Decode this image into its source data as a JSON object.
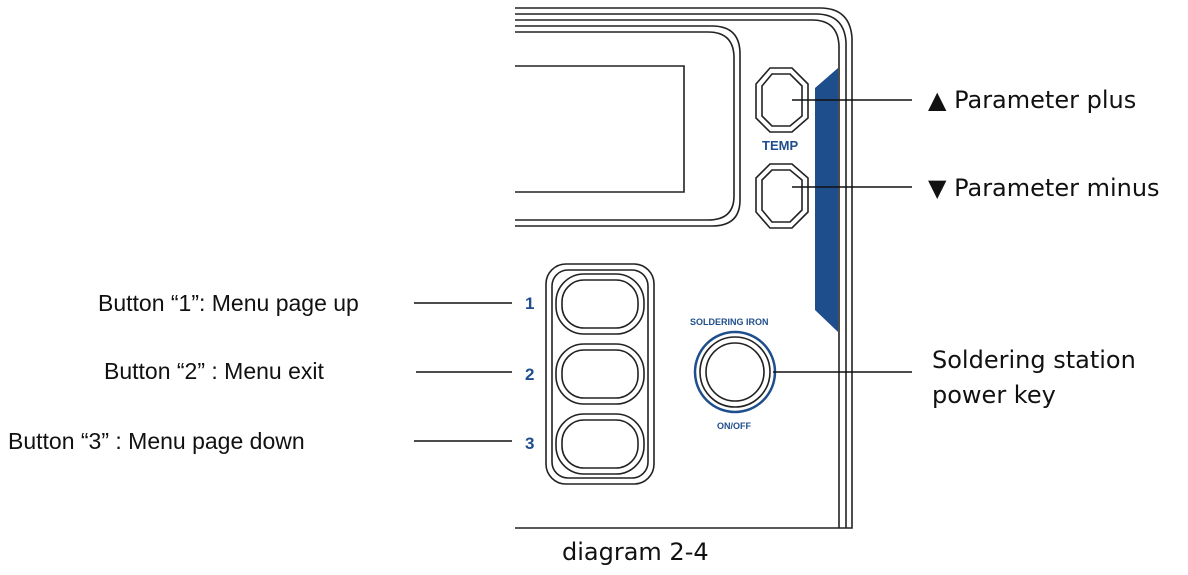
{
  "panel": {
    "temp_label": "TEMP",
    "soldering_iron_label": "SOLDERING IRON",
    "onoff_label": "ON/OFF",
    "button_numbers": [
      "1",
      "2",
      "3"
    ]
  },
  "callouts": {
    "param_plus": "▲ Parameter plus",
    "param_minus": "▼  Parameter minus",
    "button1": "Button “1”: Menu page up",
    "button2": "Button “2” : Menu exit",
    "button3": "Button “3” : Menu page down",
    "power_line1": "Soldering station",
    "power_line2": "power key"
  },
  "caption": "diagram 2-4",
  "colors": {
    "accent_blue": "#1f4e8c",
    "outline": "#222222"
  }
}
